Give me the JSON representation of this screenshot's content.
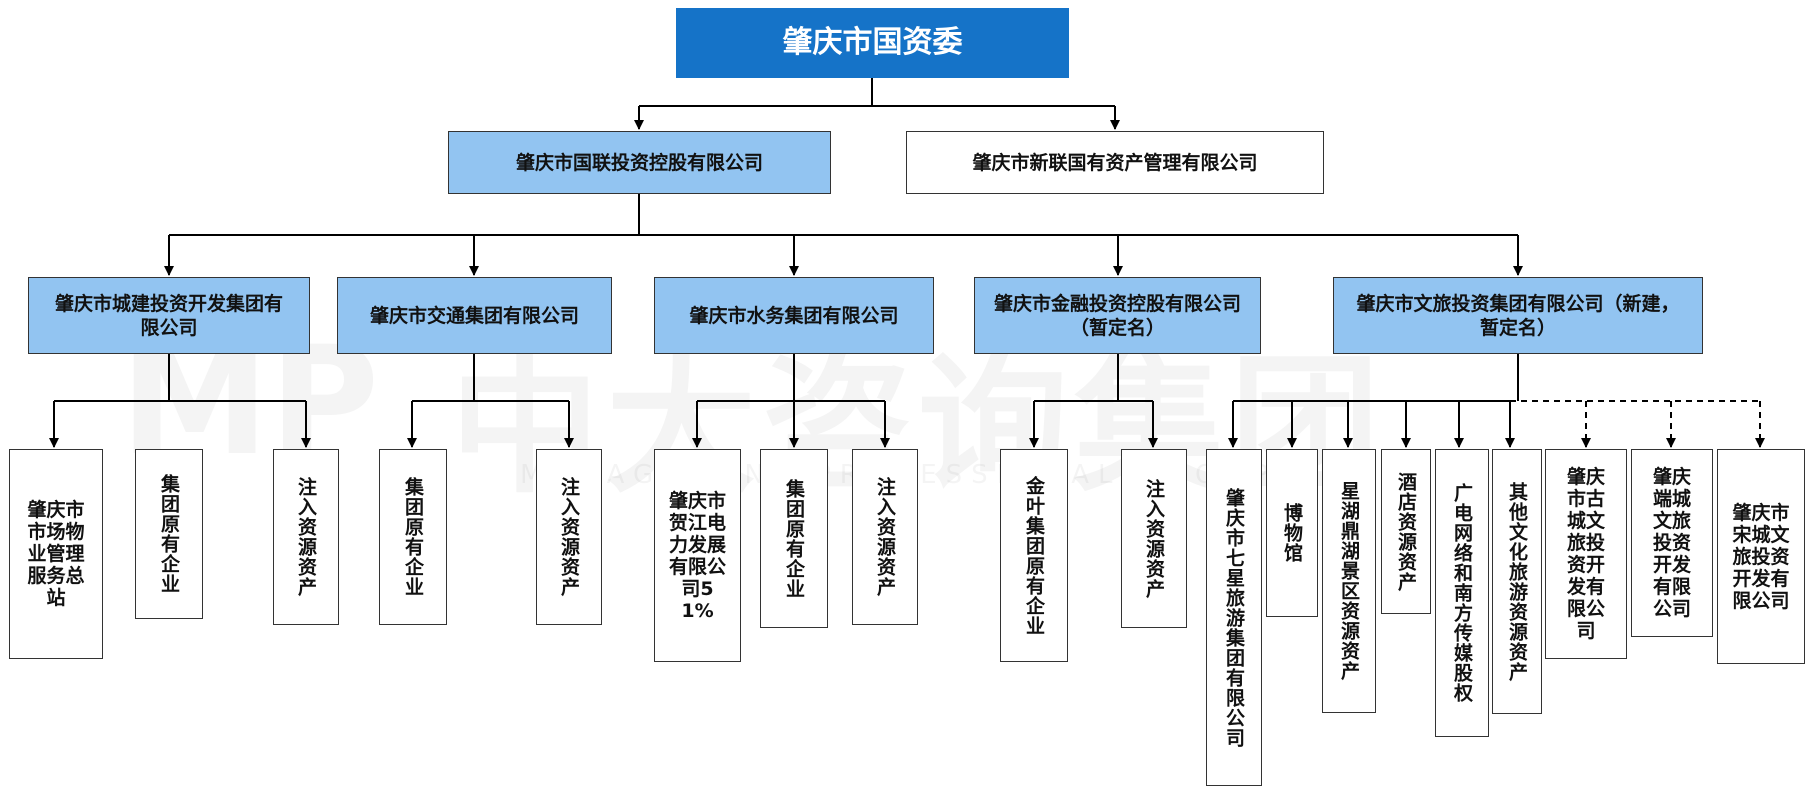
{
  "root": "肇庆市国资委",
  "level1": {
    "guolian": "肇庆市国联投资控股有限公司",
    "xinlian": "肇庆市新联国有资产管理有限公司"
  },
  "groups": {
    "chengjian": "肇庆市城建投资开发集团有限公司",
    "jiaotong": "肇庆市交通集团有限公司",
    "shuiwu": "肇庆市水务集团有限公司",
    "jinrong": "肇庆市金融投资控股有限公司（暂定名）",
    "wenlv": "肇庆市文旅投资集团有限公司（新建，暂定名）"
  },
  "subs": {
    "chengjian": [
      "肇庆市市场物业管理服务总站",
      "集团原有企业",
      "注入资源资产"
    ],
    "jiaotong": [
      "集团原有企业",
      "注入资源资产"
    ],
    "shuiwu": [
      "肇庆市贺江电力发展有限公司51%",
      "集团原有企业",
      "注入资源资产"
    ],
    "jinrong": [
      "金叶集团原有企业",
      "注入资源资产"
    ],
    "wenlv": [
      "肇庆市七星旅游集团有限公司",
      "博物馆",
      "星湖鼎湖景区资源资产",
      "酒店资源资产",
      "广电网络和南方传媒股权",
      "其他文化旅游资源资产",
      "肇庆市古城文旅投资开发有限公司",
      "肇庆端城文旅投资开发有限公司",
      "肇庆市宋城文旅投资开发有限公司"
    ]
  },
  "watermark": {
    "cn": "中大咨询集团",
    "en": "MANAGEMENT PROFESSIONAL GROUP"
  },
  "colors": {
    "root_fill": "#1573c8",
    "level_fill": "#92c4f1",
    "line": "#000000"
  }
}
